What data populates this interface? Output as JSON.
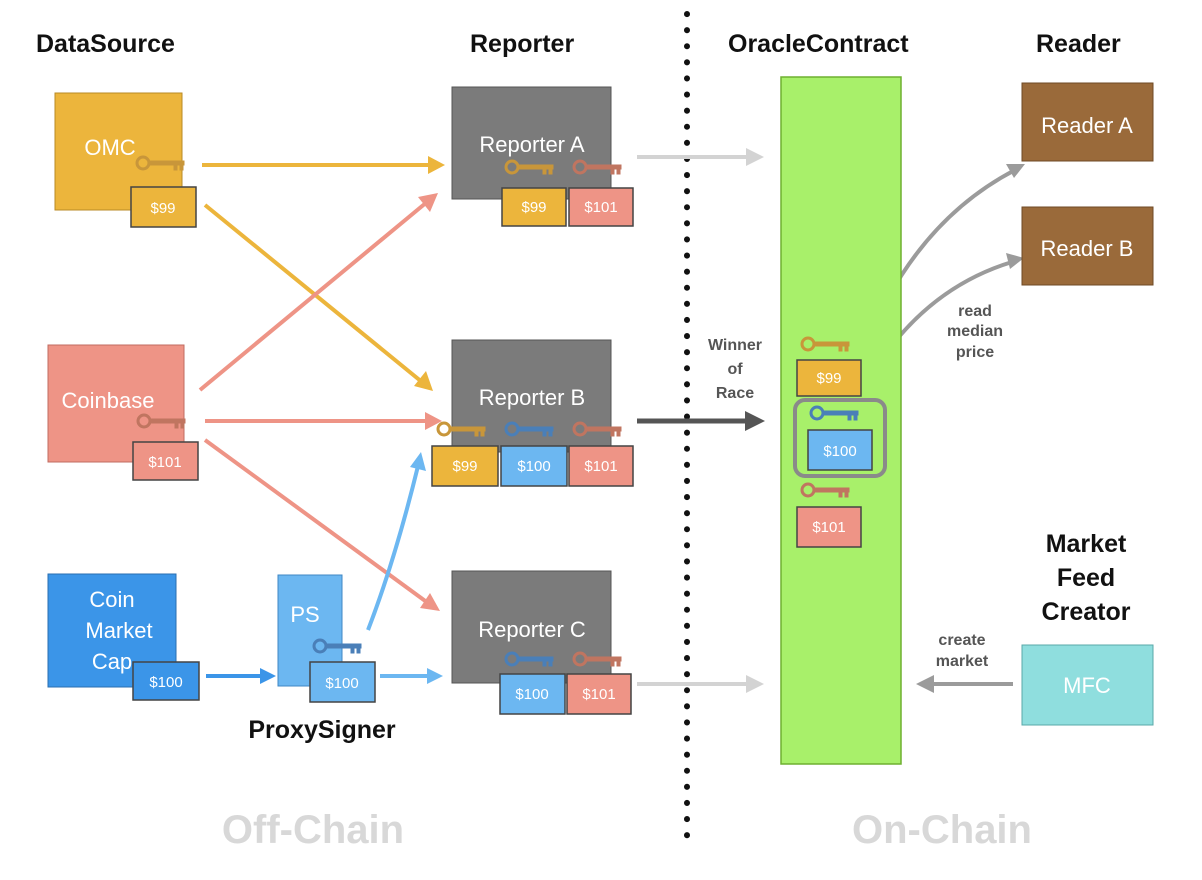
{
  "headers": {
    "datasource": "DataSource",
    "reporter": "Reporter",
    "oracle": "OracleContract",
    "reader": "Reader",
    "proxy_signer": "ProxySigner",
    "mfc_title": [
      "Market",
      "Feed",
      "Creator"
    ]
  },
  "sources": {
    "omc": "OMC",
    "coinbase": "Coinbase",
    "cmc": [
      "Coin",
      "Market",
      "Cap"
    ],
    "ps": "PS"
  },
  "reporters": {
    "a": "Reporter A",
    "b": "Reporter B",
    "c": "Reporter C"
  },
  "readers": {
    "a": "Reader A",
    "b": "Reader B"
  },
  "mfc": "MFC",
  "prices": {
    "p99": "$99",
    "p100": "$100",
    "p101": "$101"
  },
  "notes": {
    "winner": [
      "Winner",
      "of",
      "Race"
    ],
    "read": [
      "read",
      "median",
      "price"
    ],
    "create": [
      "create",
      "market"
    ]
  },
  "footer": {
    "off_chain": "Off-Chain",
    "on_chain": "On-Chain"
  },
  "colors": {
    "omc": "#ecb53c",
    "coinbase": "#ee9486",
    "cmc": "#3b95e8",
    "ps": "#6cb7f1",
    "reporter": "#7b7b7b",
    "oracle": "#a8f06a",
    "reader": "#9a6a3a",
    "mfc": "#8fdede",
    "arrow_grey": "#9b9b9b",
    "arrow_light": "#d3d3d3",
    "arrow_dark": "#555555"
  }
}
